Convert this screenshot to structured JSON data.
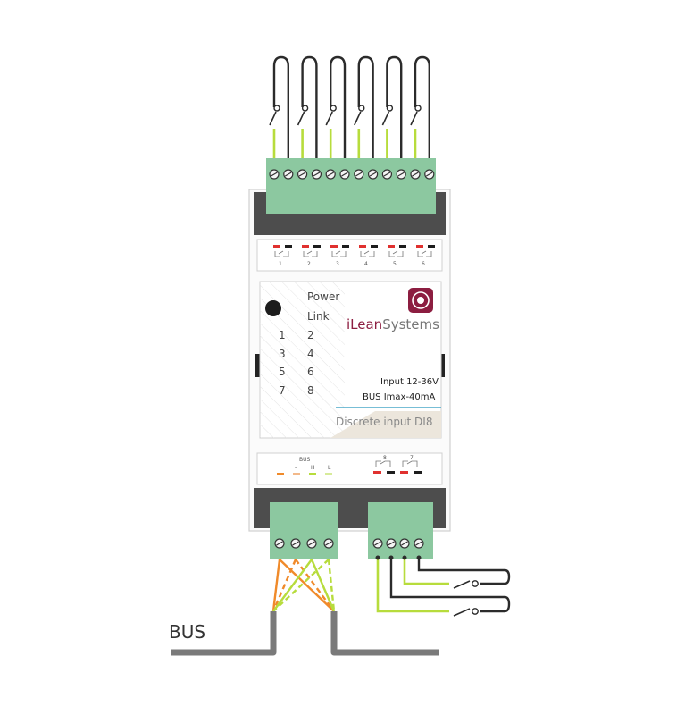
{
  "panel": {
    "indicators": [
      "Power",
      "Link"
    ],
    "channels_left": [
      "1",
      "3",
      "5",
      "7"
    ],
    "channels_right": [
      "2",
      "4",
      "6",
      "8"
    ],
    "brand_prefix": "i",
    "brand_lean": "Lean",
    "brand_suffix": "Systems",
    "spec_input": "Input 12-36V",
    "spec_bus": "BUS Imax-40mA",
    "model": "Discrete input DI8"
  },
  "top_terminal_labels": [
    "1",
    "2",
    "3",
    "4",
    "5",
    "6"
  ],
  "bottom_terminal": {
    "bus_title": "BUS",
    "bus_pins": [
      "+",
      "-",
      "H",
      "L"
    ],
    "input_labels": [
      "8",
      "7"
    ]
  },
  "bus_cable_label": "BUS",
  "colors": {
    "terminal_green": "#8cc8a0",
    "wire_lime": "#b7dc3c",
    "wire_dark": "#2b2b2b",
    "wire_orange": "#f08a2a",
    "cable_gray": "#7a7a7a",
    "brand": "#8c1d40",
    "accent_line": "#4aa8c8"
  }
}
